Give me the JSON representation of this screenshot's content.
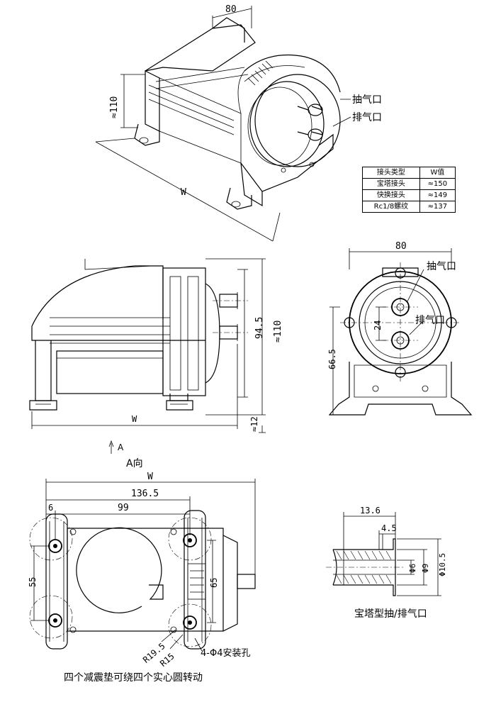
{
  "iso_view": {
    "dim_top": "80",
    "dim_height": "≈110",
    "dim_width": "W",
    "label_suction": "抽气口",
    "label_exhaust": "排气口"
  },
  "spec_table": {
    "headers": [
      "接头类型",
      "W值"
    ],
    "rows": [
      [
        "宝塔接头",
        "≈150"
      ],
      [
        "快换接头",
        "≈149"
      ],
      [
        "Rc1/8螺纹",
        "≈137"
      ]
    ]
  },
  "side_view": {
    "dim_mid": "94.5",
    "dim_total": "≈110",
    "dim_bottom": "≈12",
    "dim_width": "W",
    "arrow_label": "A",
    "view_label": "A向"
  },
  "end_view": {
    "dim_top": "80",
    "dim_spacing": "24",
    "dim_height": "66.5",
    "label_suction": "抽气口",
    "label_exhaust": "排气口"
  },
  "bottom_view": {
    "dim_w": "W",
    "dim_136": "136.5",
    "dim_6": "6",
    "dim_99": "99",
    "dim_55": "55",
    "dim_65": "65",
    "r195": "R19.5",
    "r15": "R15",
    "holes": "4-Φ4安装孔",
    "caption": "四个减震垫可绕四个实心圆转动"
  },
  "nozzle": {
    "dim_136": "13.6",
    "dim_45": "4.5",
    "d6": "Φ6",
    "d9": "Φ9",
    "d105": "Φ10.5",
    "caption": "宝塔型抽/排气口"
  }
}
